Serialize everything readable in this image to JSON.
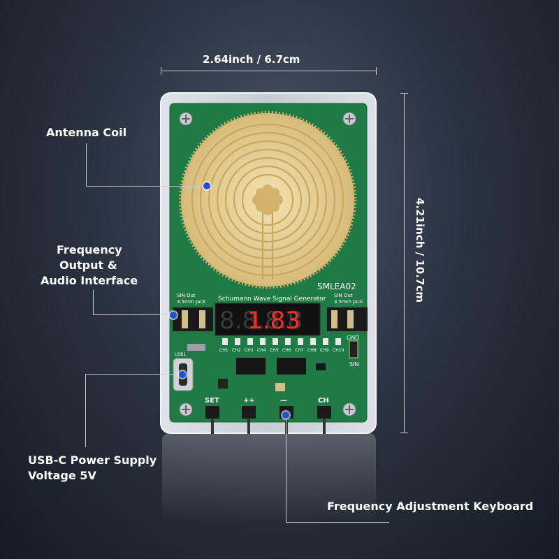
{
  "dimensions": {
    "width": "2.64inch / 6.7cm",
    "height": "4.21inch / 10.7cm"
  },
  "callouts": {
    "antenna_coil": "Antenna Coil",
    "frequency_output": [
      "Frequency",
      "Output &",
      "Audio Interface"
    ],
    "usb_power": [
      "USB-C Power Supply",
      "Voltage 5V"
    ],
    "keyboard": "Frequency Adjustment Keyboard"
  },
  "board": {
    "model": "SMLEA02",
    "subtitle": "Schumann Wave Signal Generator",
    "display_text": "1.83",
    "jack_label_left": [
      "SIN Out",
      "3.5mm Jack"
    ],
    "jack_label_right": [
      "SIN Out",
      "3.5mm Jack"
    ],
    "channels": [
      "CH1",
      "CH2",
      "CH3",
      "CH4",
      "CH5",
      "CH6",
      "CH7",
      "CH8",
      "CH9",
      "CH10"
    ],
    "buttons": [
      "SET",
      "++",
      "—",
      "CH"
    ],
    "gnd_label": "GND",
    "sin_label": "SIN",
    "usb_label": "USB1"
  },
  "colors": {
    "pcb_green": "#1f7a45",
    "coil_gold": "#e9d29a",
    "led_red": "#ff2a2a",
    "accent_blue": "#1f4fd8"
  }
}
